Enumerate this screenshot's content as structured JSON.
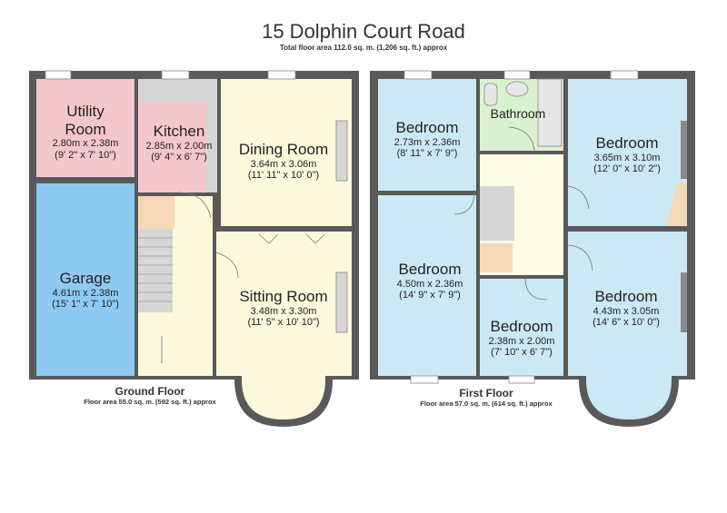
{
  "title": "15 Dolphin Court Road",
  "total_area": "Total floor area 112.0 sq. m. (1,206 sq. ft.) approx",
  "colors": {
    "wall": "#595959",
    "utility": "#f4c7cc",
    "kitchen": "#f4c7cc",
    "garage": "#8ec9f2",
    "dining_sitting": "#fbf8dc",
    "bedroom": "#cbe9f5",
    "bathroom": "#d8f1cf",
    "landing": "#fcfbe6",
    "stairs": "#d6d6d6",
    "cupboard": "#f5d9b8"
  },
  "ground_floor": {
    "label": "Ground Floor",
    "area": "Floor area 55.0 sq. m. (592 sq. ft.) approx",
    "rooms": {
      "utility": {
        "name_line1": "Utility",
        "name_line2": "Room",
        "metric": "2.80m x 2.38m",
        "imperial": "(9' 2\" x 7' 10\")"
      },
      "kitchen": {
        "name": "Kitchen",
        "metric": "2.85m x 2.00m",
        "imperial": "(9' 4\" x 6' 7\")"
      },
      "garage": {
        "name": "Garage",
        "metric": "4.61m x 2.38m",
        "imperial": "(15' 1\" x 7' 10\")"
      },
      "dining": {
        "name": "Dining Room",
        "metric": "3.64m x 3.06m",
        "imperial": "(11' 11\" x 10' 0\")"
      },
      "sitting": {
        "name": "Sitting Room",
        "metric": "3.48m x 3.30m",
        "imperial": "(11' 5\" x 10' 10\")"
      }
    }
  },
  "first_floor": {
    "label": "First Floor",
    "area": "Floor area 57.0 sq. m. (614 sq. ft.) approx",
    "rooms": {
      "bedroom_tl": {
        "name": "Bedroom",
        "metric": "2.73m x 2.36m",
        "imperial": "(8' 11\" x 7' 9\")"
      },
      "bathroom": {
        "name": "Bathroom"
      },
      "bedroom_tr": {
        "name": "Bedroom",
        "metric": "3.65m x 3.10m",
        "imperial": "(12' 0\" x 10' 2\")"
      },
      "bedroom_ml": {
        "name": "Bedroom",
        "metric": "4.50m x 2.36m",
        "imperial": "(14' 9\" x 7' 9\")"
      },
      "bedroom_bc": {
        "name": "Bedroom",
        "metric": "2.38m x 2.00m",
        "imperial": "(7' 10\" x 6' 7\")"
      },
      "bedroom_br": {
        "name": "Bedroom",
        "metric": "4.43m x 3.05m",
        "imperial": "(14' 6\" x 10' 0\")"
      }
    }
  }
}
